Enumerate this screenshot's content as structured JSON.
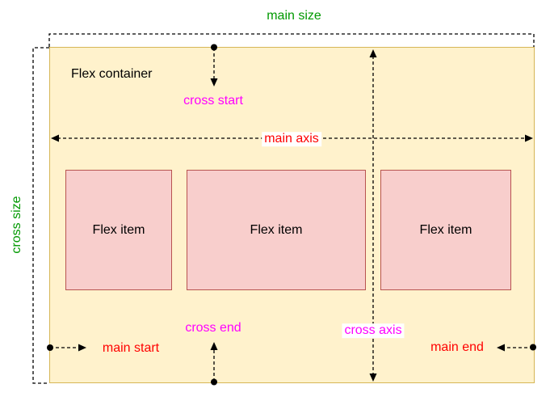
{
  "diagram": {
    "type": "flexbox-terminology-diagram",
    "container_label": "Flex container",
    "size_labels": {
      "main_size": "main size",
      "cross_size": "cross size"
    },
    "axis_labels": {
      "main_axis": "main axis",
      "cross_axis": "cross axis"
    },
    "edge_labels": {
      "main_start": "main start",
      "main_end": "main end",
      "cross_start": "cross start",
      "cross_end": "cross end"
    },
    "items": [
      {
        "label": "Flex item"
      },
      {
        "label": "Flex item"
      },
      {
        "label": "Flex item"
      }
    ],
    "colors": {
      "container_fill": "#FFF2CC",
      "container_border": "#D6B656",
      "item_fill": "#F8CECC",
      "item_border": "#B85450",
      "size_label_color": "#009900",
      "main_label_color": "#FF0000",
      "cross_label_color": "#FF00FF",
      "line_color": "#000000",
      "background": "#FFFFFF"
    }
  }
}
